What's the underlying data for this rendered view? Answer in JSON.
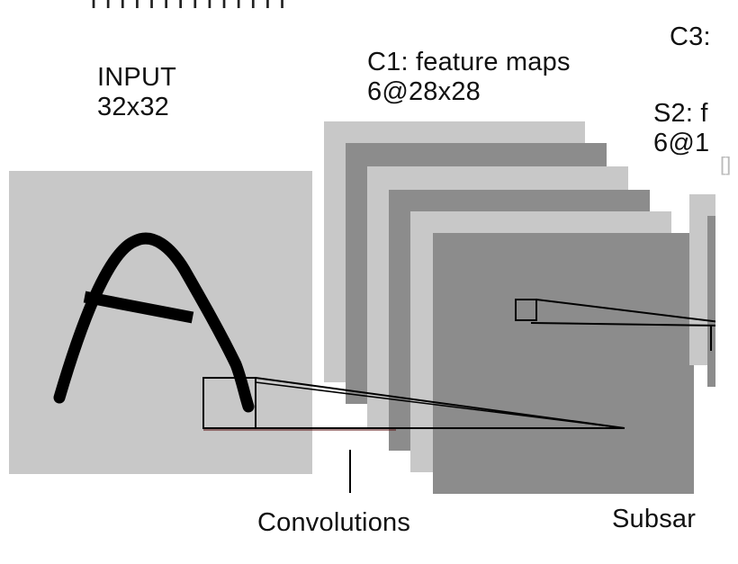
{
  "diagram": {
    "top_cut_text": "I   I   I I I   I I   I I I   I I I I",
    "input_label_line1": "INPUT",
    "input_label_line2": "32x32",
    "c1_label_line1": "C1: feature maps",
    "c1_label_line2": "6@28x28",
    "c3_label": "C3:",
    "s2_label_line1": "S2: f",
    "s2_label_line2": "6@1",
    "convolutions_label": "Convolutions",
    "subsampling_label": "Subsar",
    "edge_glyph": "[]",
    "colors": {
      "light_gray": "#c8c8c8",
      "dark_gray": "#8c8c8c",
      "stroke": "#000000",
      "background": "#ffffff"
    }
  }
}
